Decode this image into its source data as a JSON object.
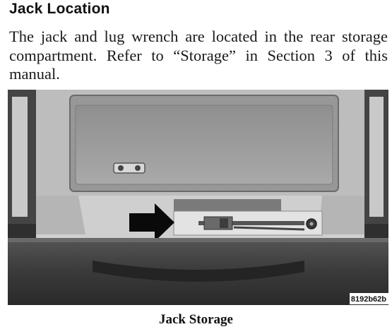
{
  "section": {
    "heading": "Jack Location",
    "paragraph": "The jack and lug wrench are located in the rear storage compartment. Refer to “Storage” in Section 3 of this manual."
  },
  "figure": {
    "caption": "Jack Storage",
    "image_code": "8192b62b",
    "arrow_icon": "right-arrow-icon"
  }
}
